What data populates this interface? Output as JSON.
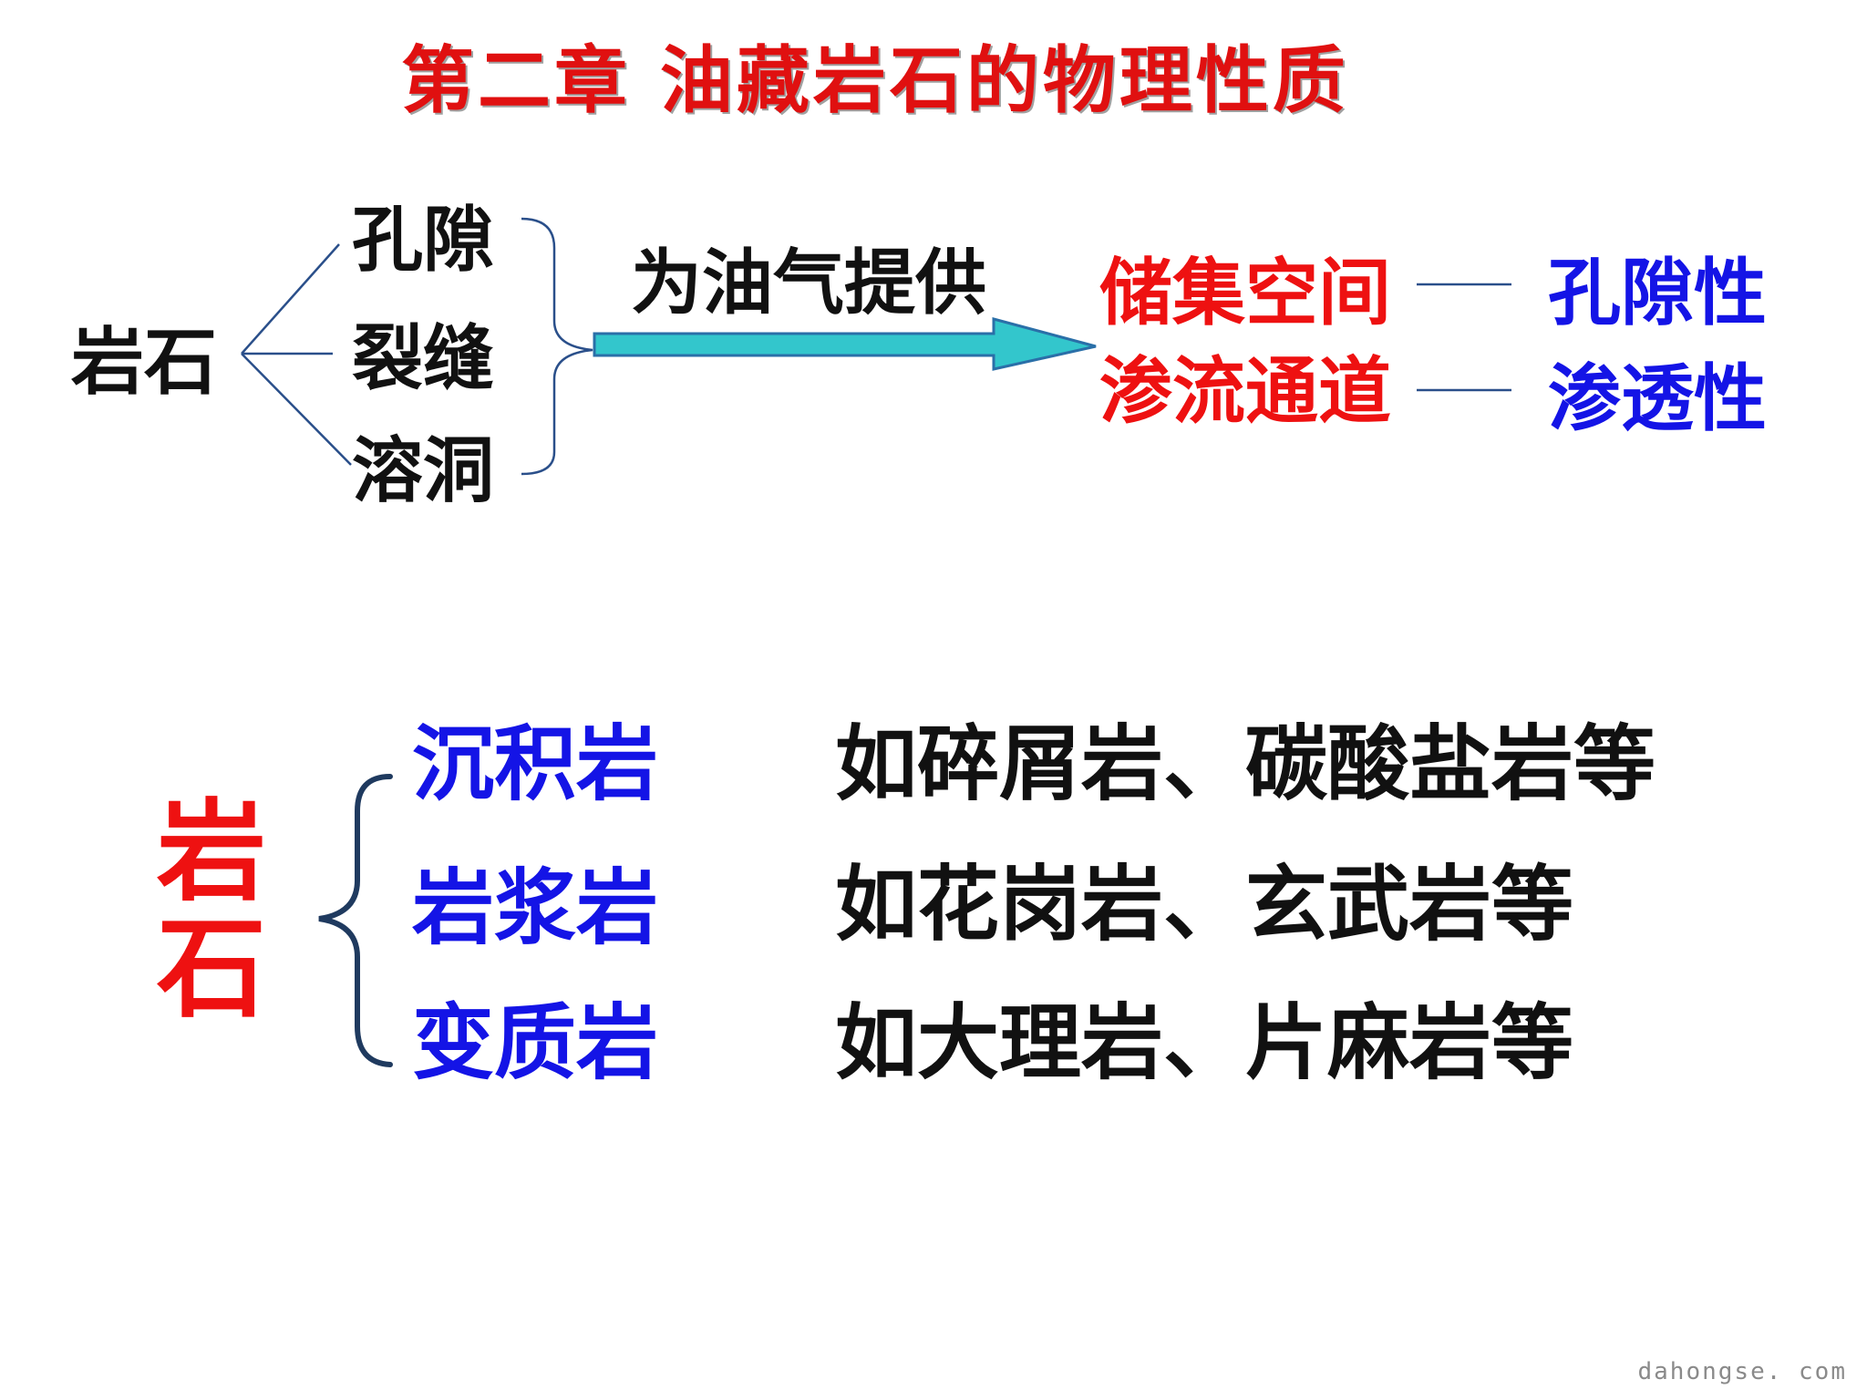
{
  "title": "第二章  油藏岩石的物理性质",
  "top_diagram": {
    "root": "岩石",
    "branches": [
      "孔隙",
      "裂缝",
      "溶洞"
    ],
    "arrow_label": "为油气提供",
    "functions": [
      "储集空间",
      "渗流通道"
    ],
    "properties": [
      "孔隙性",
      "渗透性"
    ]
  },
  "bottom_diagram": {
    "root_chars": [
      "岩",
      "石"
    ],
    "types": [
      {
        "name": "沉积岩",
        "examples": "如碎屑岩、碳酸盐岩等"
      },
      {
        "name": "岩浆岩",
        "examples": "如花岗岩、玄武岩等"
      },
      {
        "name": "变质岩",
        "examples": "如大理岩、片麻岩等"
      }
    ]
  },
  "watermark": "dahongse. com",
  "colors": {
    "title": "#e01010",
    "function_text": "#ee1111",
    "property_text": "#1414e6",
    "arrow_fill": "#33c6cc",
    "arrow_stroke": "#2a6fa8",
    "brace": "#1f3a5f"
  }
}
